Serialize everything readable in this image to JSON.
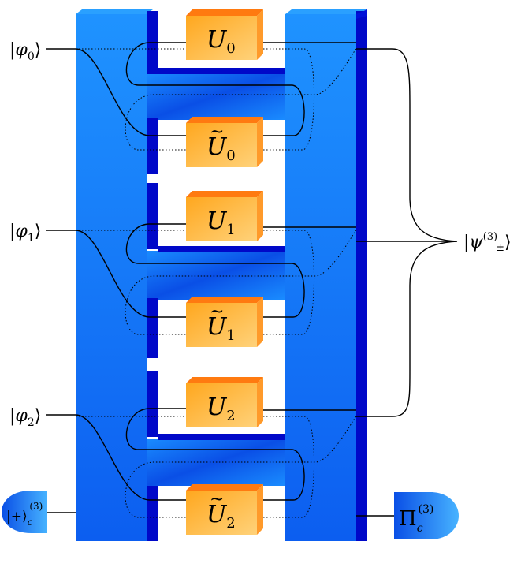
{
  "inputs": [
    {
      "symbol": "φ",
      "sub": "0"
    },
    {
      "symbol": "φ",
      "sub": "1"
    },
    {
      "symbol": "φ",
      "sub": "2"
    }
  ],
  "gates": [
    {
      "symbol": "U",
      "sub": "0",
      "tilde": false
    },
    {
      "symbol": "U",
      "sub": "0",
      "tilde": true
    },
    {
      "symbol": "U",
      "sub": "1",
      "tilde": false
    },
    {
      "symbol": "U",
      "sub": "1",
      "tilde": true
    },
    {
      "symbol": "U",
      "sub": "2",
      "tilde": false
    },
    {
      "symbol": "U",
      "sub": "2",
      "tilde": true
    }
  ],
  "output_state": {
    "symbol": "ψ",
    "sup": "(3)",
    "sub": "±"
  },
  "control_input": {
    "symbol": "+",
    "sub": "c",
    "sup": "(3)"
  },
  "measurement": {
    "symbol": "Π",
    "sub": "c",
    "sup": "(3)"
  },
  "colors": {
    "switch_blue": "#1a6bf0",
    "switch_light": "#1e90ff",
    "switch_dark": "#0008c8",
    "gate_orange": "#ffb733",
    "gate_top": "#ff7a10",
    "wire": "#000000"
  }
}
